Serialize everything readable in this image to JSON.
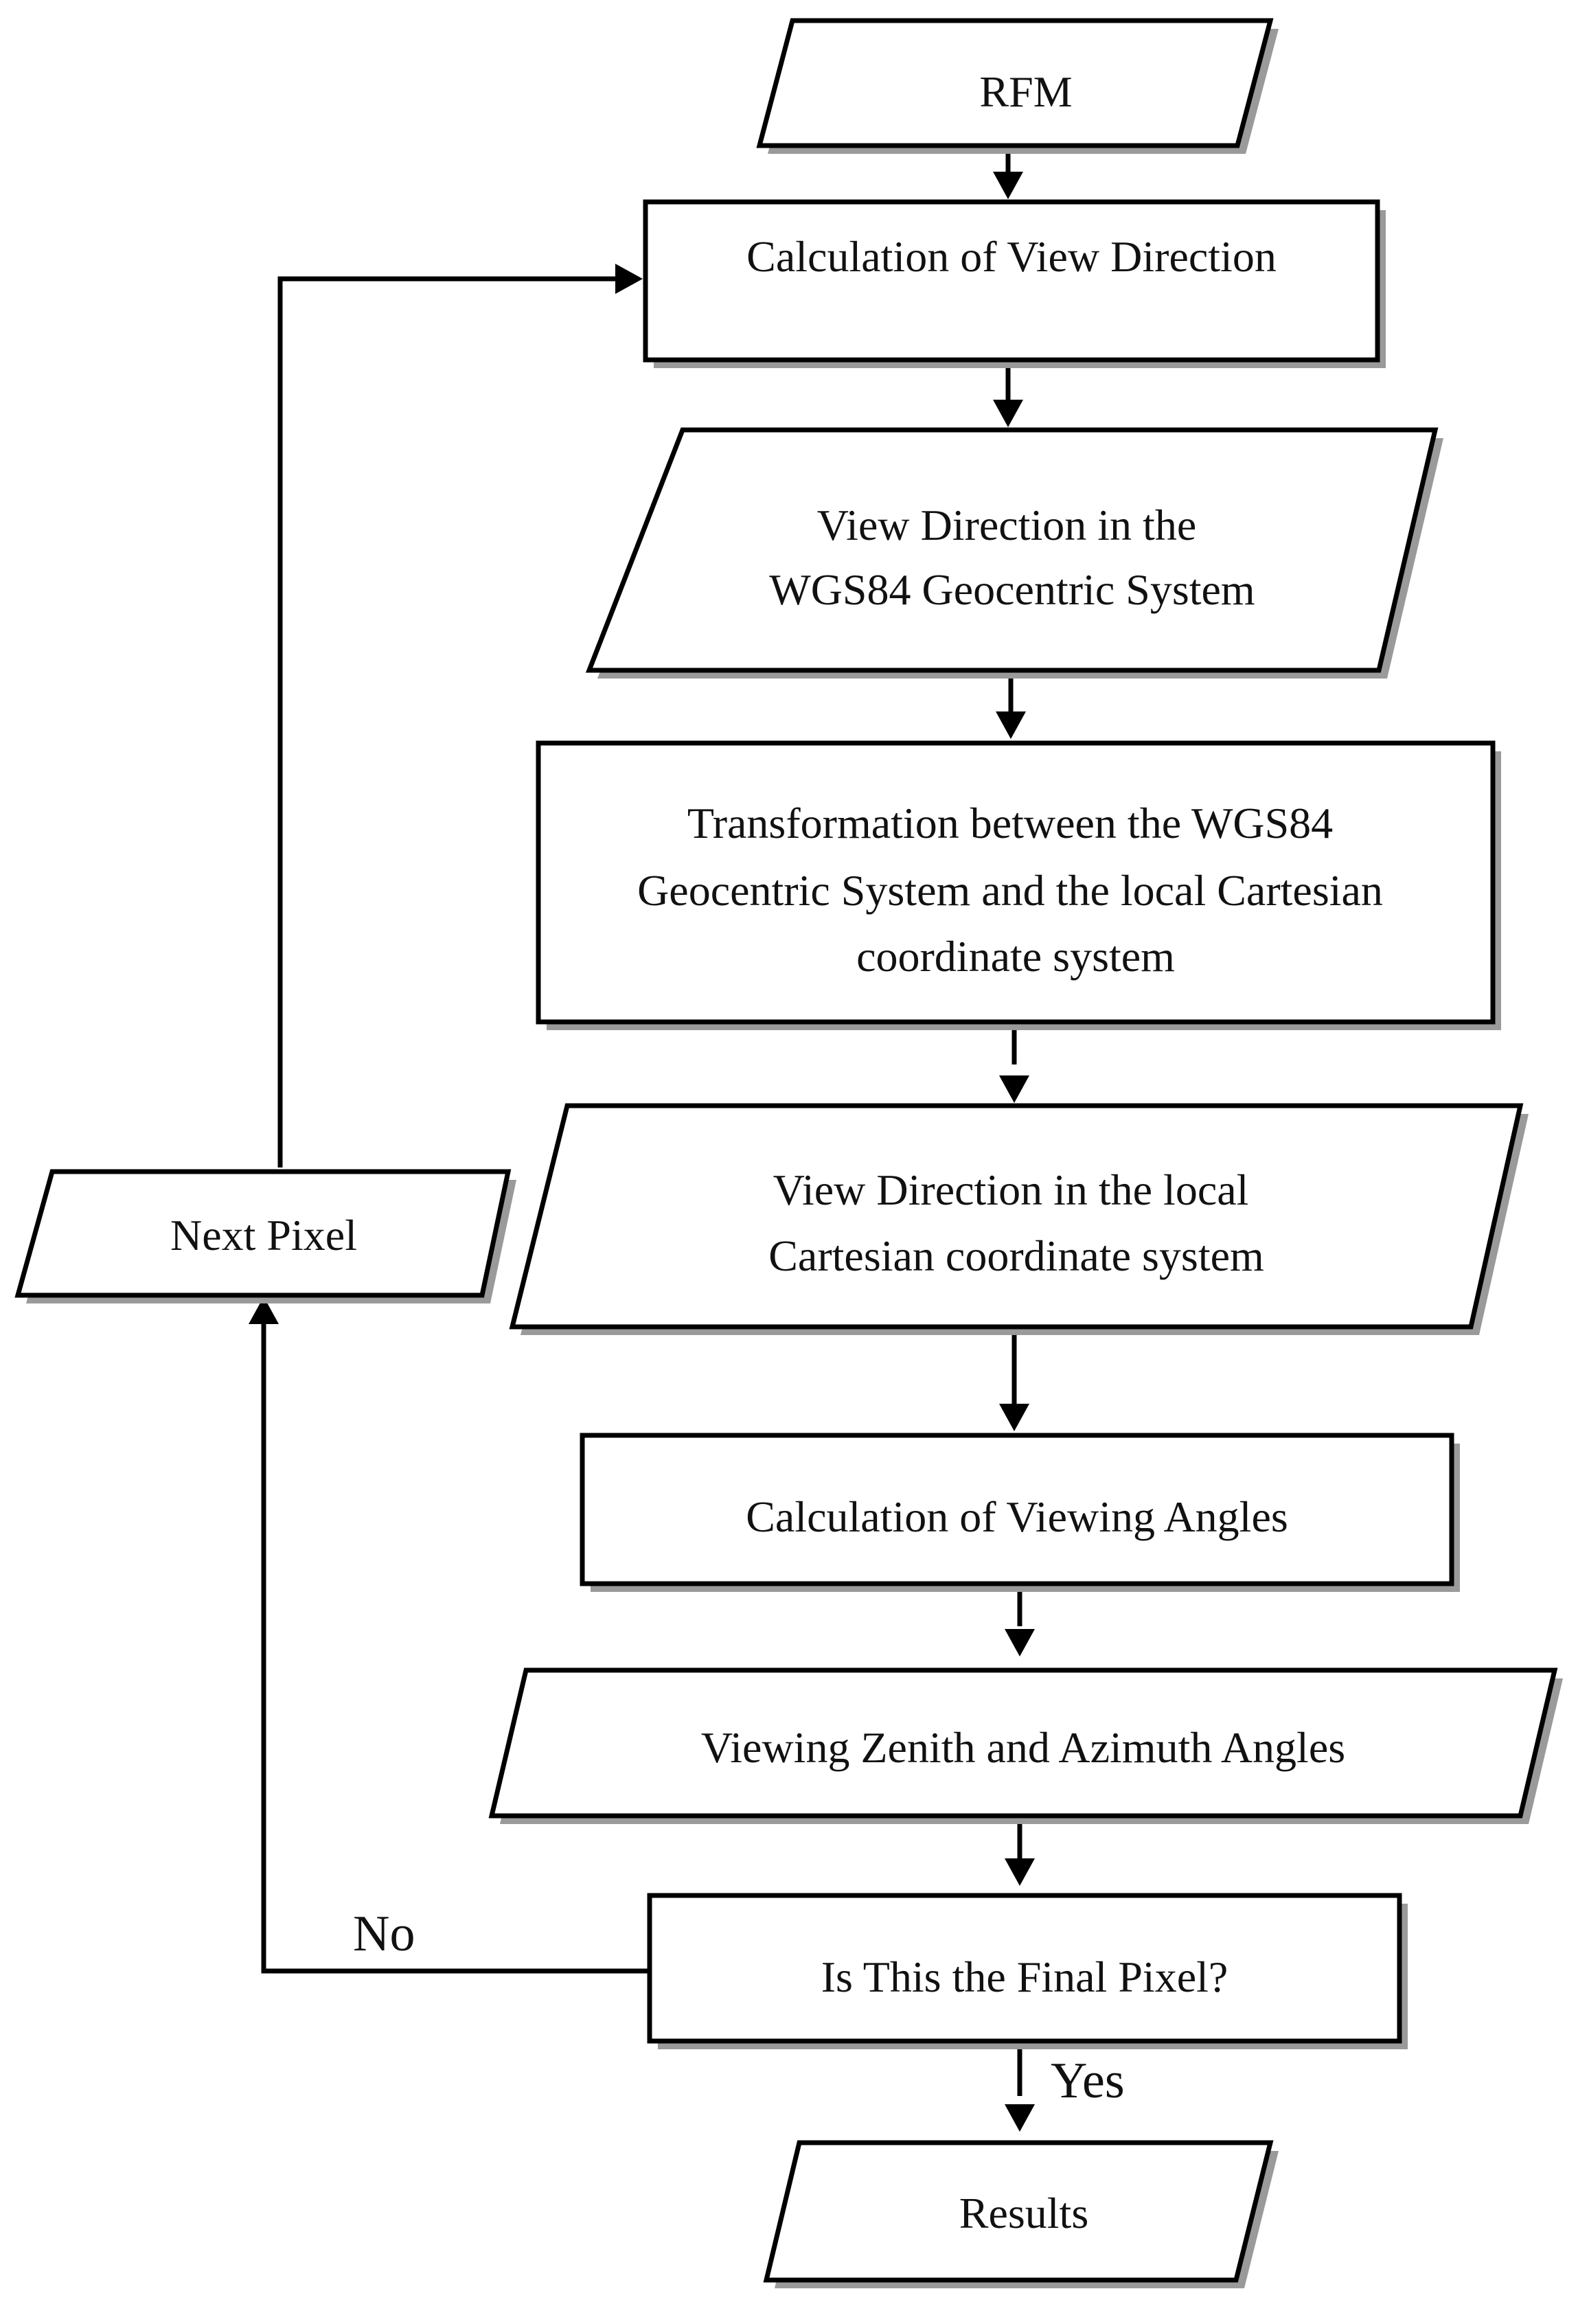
{
  "nodes": {
    "rfm": "RFM",
    "calc_view_direction": "Calculation of View Direction",
    "view_dir_wgs84": [
      "View Direction in the",
      "WGS84 Geocentric System"
    ],
    "transformation": [
      "Transformation between the WGS84",
      "Geocentric System and the local Cartesian",
      "coordinate system"
    ],
    "view_dir_local": [
      "View Direction in the local",
      "Cartesian coordinate system"
    ],
    "calc_viewing_angles": "Calculation of Viewing Angles",
    "zenith_azimuth": "Viewing Zenith and Azimuth Angles",
    "final_pixel_check": "Is This the Final Pixel?",
    "results": "Results",
    "next_pixel": "Next Pixel"
  },
  "edge_labels": {
    "no": "No",
    "yes": "Yes"
  }
}
